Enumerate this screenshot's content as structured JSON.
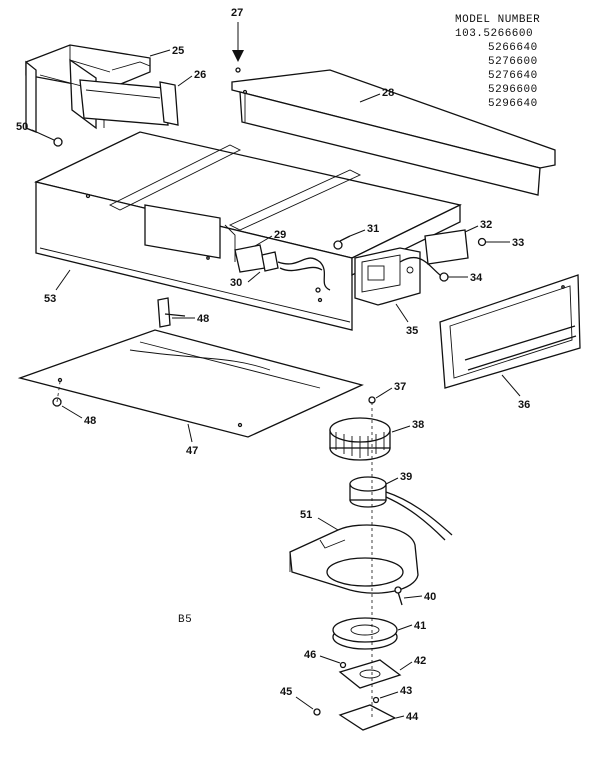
{
  "model_block": {
    "heading": "MODEL NUMBER",
    "numbers": [
      "103.5266600",
      "5266640",
      "5276600",
      "5276640",
      "5296600",
      "5296640"
    ]
  },
  "part_labels": {
    "p25": "25",
    "p26": "26",
    "p27": "27",
    "p28": "28",
    "p29": "29",
    "p30": "30",
    "p31": "31",
    "p32": "32",
    "p33": "33",
    "p34": "34",
    "p35": "35",
    "p36": "36",
    "p37": "37",
    "p38": "38",
    "p39": "39",
    "p40": "40",
    "p41": "41",
    "p42": "42",
    "p43": "43",
    "p44": "44",
    "p45": "45",
    "p46": "46",
    "p47": "47",
    "p48a": "48",
    "p48b": "48",
    "p50": "50",
    "p51": "51",
    "p53": "53"
  },
  "page_code": "B5"
}
